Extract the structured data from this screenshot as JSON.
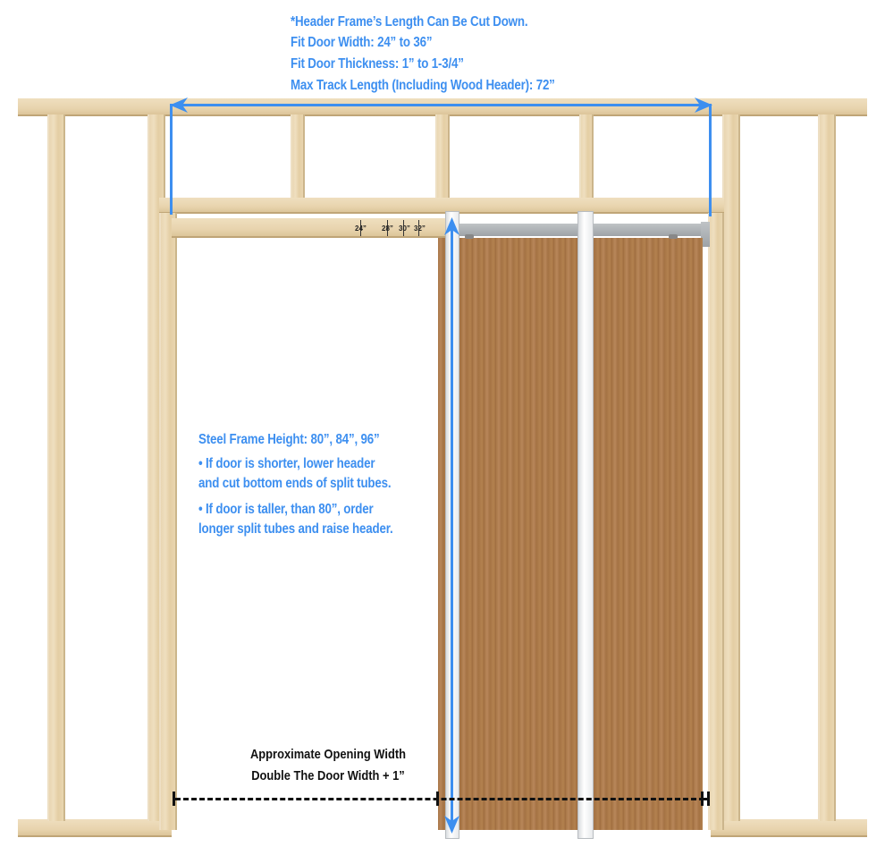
{
  "header_notes": {
    "line1": "*Header Frame’s Length Can Be Cut Down.",
    "line2": "Fit Door Width: 24” to 36”",
    "line3": "Fit Door Thickness: 1” to 1-3/4”",
    "line4": "Max Track Length (Including Wood Header): 72”"
  },
  "header_ticks": [
    "24”",
    "28”",
    "30”",
    "32”"
  ],
  "frame_notes": {
    "title": "Steel Frame Height: 80”, 84”, 96”",
    "bullet1_a": "• If door is shorter, lower header",
    "bullet1_b": "and cut bottom ends of split tubes.",
    "bullet2_a": "• If door is taller, than 80”, order",
    "bullet2_b": "longer split tubes and raise header."
  },
  "opening_note": {
    "line1": "Approximate Opening Width",
    "line2": "Double The Door Width + 1”"
  },
  "colors": {
    "annotation_blue": "#3d8ff0",
    "wood": "#e8d4ae",
    "door": "#a97848",
    "dimension_black": "#111111"
  }
}
